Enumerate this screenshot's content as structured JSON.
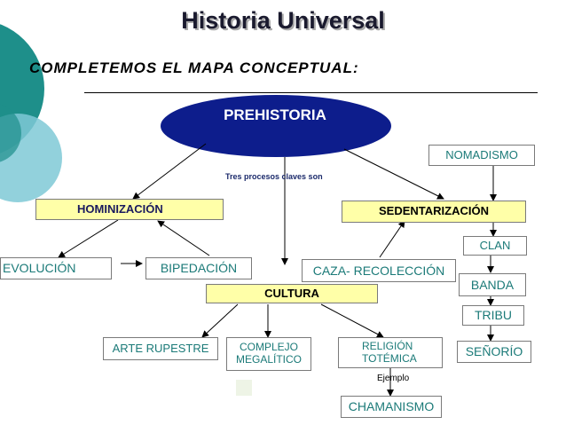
{
  "header": {
    "title": "Historia Universal",
    "subtitle": "COMPLETEMOS EL MAPA CONCEPTUAL:"
  },
  "diagram": {
    "root": "PREHISTORIA",
    "connector_label": "Tres procesos claves son",
    "nodes": {
      "hominizacion": "HOMINIZACIÓN",
      "sedentarizacion": "SEDENTARIZACIÓN",
      "cultura": "CULTURA",
      "evolucion": "EVOLUCIÓN",
      "bipedacion": "BIPEDACIÓN",
      "caza_recoleccion": "CAZA- RECOLECCIÓN",
      "nomadismo": "NOMADISMO",
      "clan": "CLAN",
      "banda": "BANDA",
      "tribu": "TRIBU",
      "senorio": "SEÑORÍO",
      "arte_rupestre": "ARTE RUPESTRE",
      "complejo_megalitico_1": "COMPLEJO",
      "complejo_megalitico_2": "MEGALÍTICO",
      "religion_totemica_1": "RELIGIÓN",
      "religion_totemica_2": "TOTÉMICA",
      "chamanismo": "CHAMANISMO"
    },
    "example_label": "Ejemplo"
  },
  "colors": {
    "oval_fill": "#0d1d8c",
    "box_text": "#1b7a78",
    "box_yellow": "#ffffa8",
    "deco_teal": "#1e8f8a"
  }
}
